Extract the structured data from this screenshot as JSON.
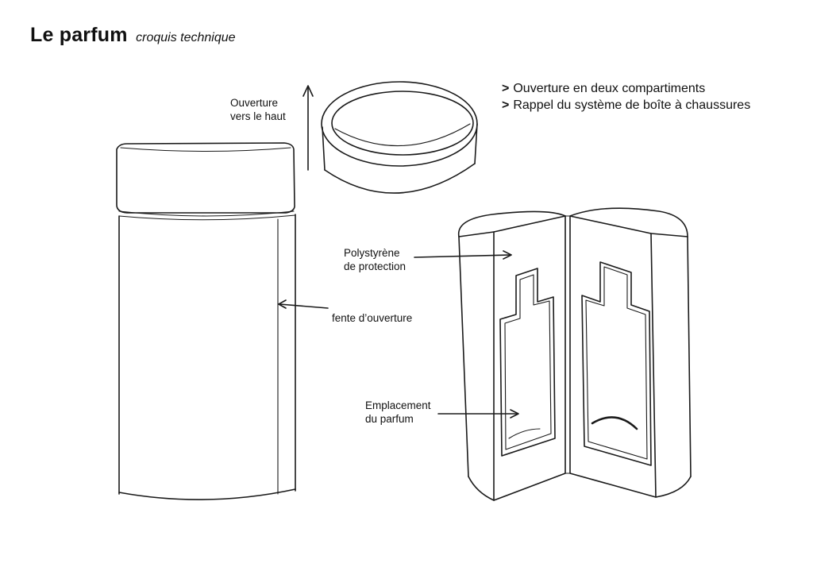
{
  "header": {
    "title": "Le parfum",
    "subtitle": "croquis technique"
  },
  "notes": [
    {
      "marker": ">",
      "text": "Ouverture en deux compartiments"
    },
    {
      "marker": ">",
      "text": "Rappel du système de boîte à chaussures"
    }
  ],
  "labels": {
    "opening_line1": "Ouverture",
    "opening_line2": "vers le haut",
    "slit": "fente d’ouverture",
    "foam_line1": "Polystyrène",
    "foam_line2": "de protection",
    "slot_line1": "Emplacement",
    "slot_line2": "du parfum"
  },
  "colors": {
    "ink": "#1a1a1a",
    "paper": "#ffffff"
  }
}
